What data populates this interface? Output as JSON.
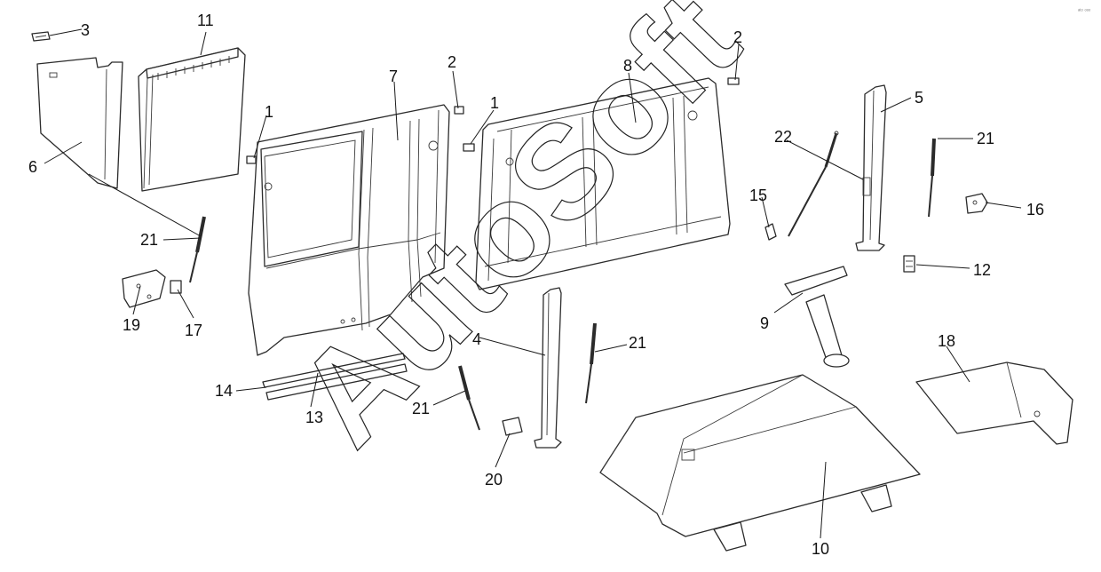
{
  "diagram": {
    "watermark": "AutoSoft",
    "corner_mark": "ᵃᵗᵒ ᵒᵒᵒ",
    "callouts": {
      "c3": "3",
      "c11": "11",
      "c6": "6",
      "c1a": "1",
      "c7": "7",
      "c2a": "2",
      "c1b": "1",
      "c8": "8",
      "c2b": "2",
      "c5": "5",
      "c22": "22",
      "c21a": "21",
      "c16": "16",
      "c15": "15",
      "c12": "12",
      "c21b": "21",
      "c19": "19",
      "c17": "17",
      "c9": "9",
      "c4": "4",
      "c21c": "21",
      "c14": "14",
      "c13": "13",
      "c21d": "21",
      "c20": "20",
      "c18": "18",
      "c10": "10"
    }
  }
}
